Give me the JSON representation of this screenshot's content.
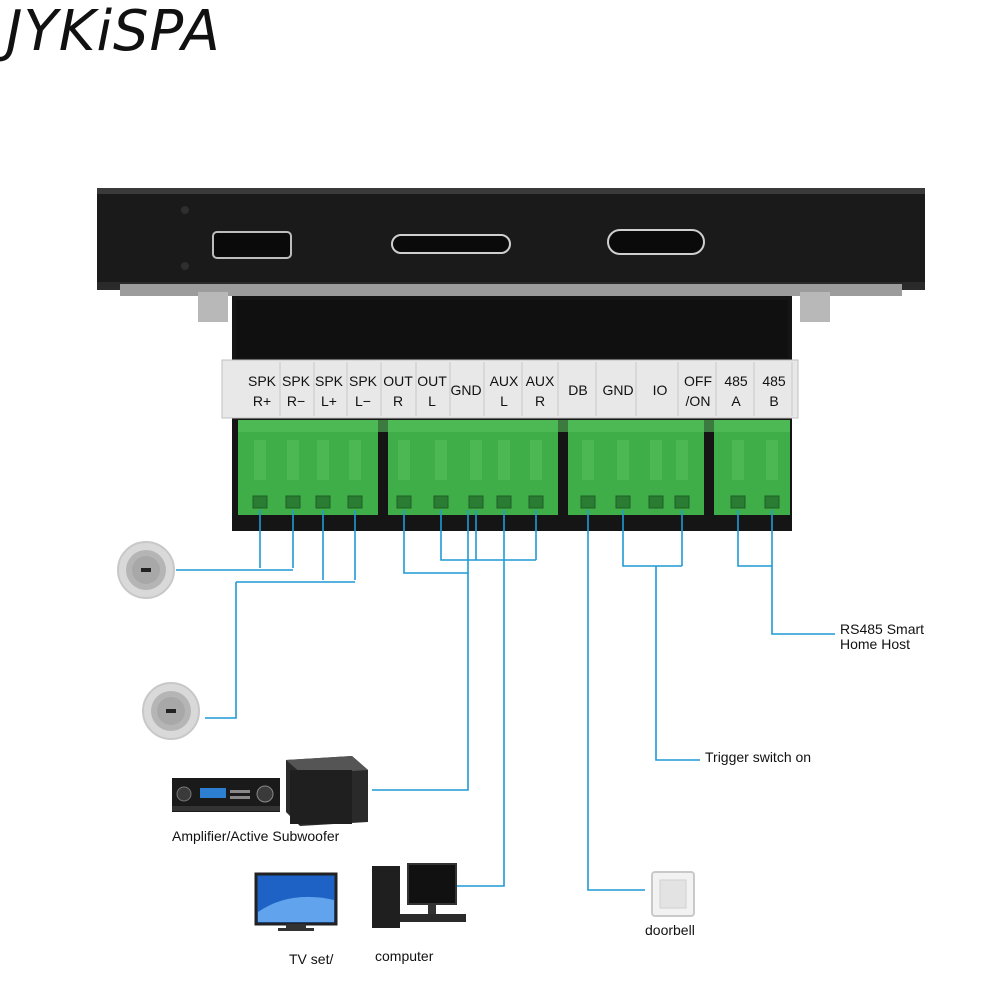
{
  "brand": "JYKiSPA",
  "terminals": [
    {
      "top": "SPK",
      "bottom": "R+"
    },
    {
      "top": "SPK",
      "bottom": "R−"
    },
    {
      "top": "SPK",
      "bottom": "L+"
    },
    {
      "top": "SPK",
      "bottom": "L−"
    },
    {
      "top": "OUT",
      "bottom": "R"
    },
    {
      "top": "OUT",
      "bottom": "L"
    },
    {
      "top": "GND",
      "bottom": ""
    },
    {
      "top": "AUX",
      "bottom": "L"
    },
    {
      "top": "AUX",
      "bottom": "R"
    },
    {
      "top": "DB",
      "bottom": ""
    },
    {
      "top": "GND",
      "bottom": ""
    },
    {
      "top": "IO",
      "bottom": ""
    },
    {
      "top": "OFF",
      "bottom": "/ON"
    },
    {
      "top": "485",
      "bottom": "A"
    },
    {
      "top": "485",
      "bottom": "B"
    }
  ],
  "labels": {
    "rs485": [
      "RS485 Smart",
      "Home Host"
    ],
    "trigger": "Trigger switch on",
    "amplifier": "Amplifier/Active Subwoofer",
    "doorbell": "doorbell",
    "tv": "TV set/",
    "computer": "computer"
  },
  "colors": {
    "wire": "#1f9ad6",
    "terminal_green": "#3fae49",
    "panel": "#151515"
  }
}
